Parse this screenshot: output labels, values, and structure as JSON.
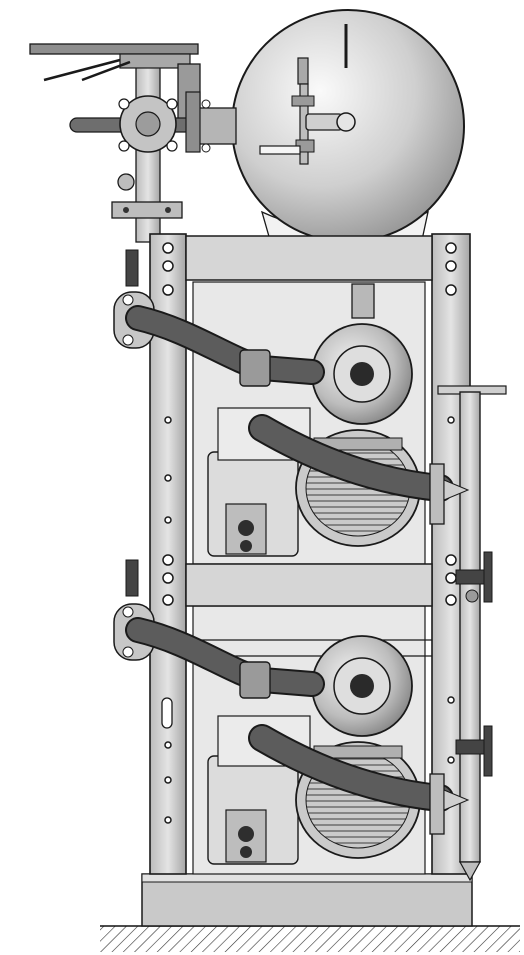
{
  "view": "front-elevation-drawing",
  "colors": {
    "steel_light": "#d9d9d9",
    "steel_mid": "#b9b9b9",
    "steel_dark": "#8a8a8a",
    "hose": "#5a5a5a",
    "hose_dark": "#2e2e2e",
    "outline": "#1a1a1a",
    "panel": "#e6e6e6",
    "floor_hatch": "#333333"
  },
  "components": {
    "tank": "pressure-tank",
    "frame": "steel-frame",
    "pumps": [
      "pump-unit-upper",
      "pump-unit-lower"
    ],
    "valve": "gate-valve-with-handwheel",
    "floor": "hatched-floor"
  }
}
